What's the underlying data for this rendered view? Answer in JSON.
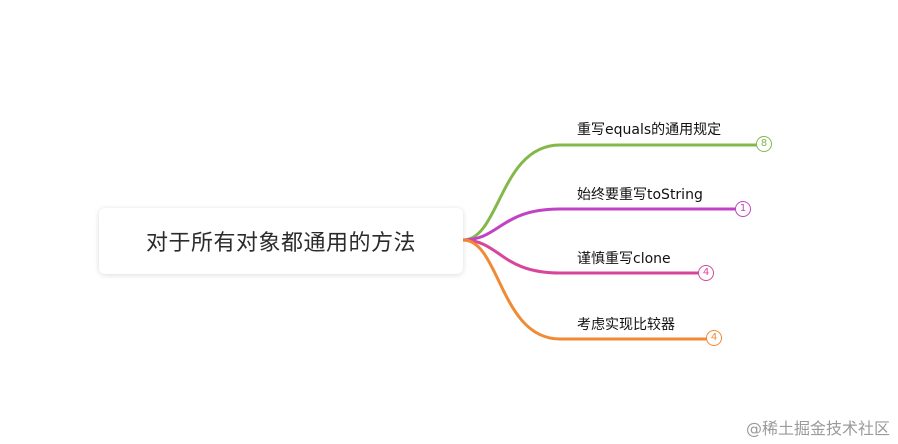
{
  "root": {
    "title": "对于所有对象都通用的方法"
  },
  "branches": [
    {
      "label": "重写equals的通用规定",
      "count": "8",
      "color": "#84b84a"
    },
    {
      "label": "始终要重写toString",
      "count": "1",
      "color": "#c142c4"
    },
    {
      "label": "谨慎重写clone",
      "count": "4",
      "color": "#d8469c"
    },
    {
      "label": "考虑实现比较器",
      "count": "4",
      "color": "#f08a34"
    }
  ],
  "watermark": "@稀土掘金技术社区"
}
